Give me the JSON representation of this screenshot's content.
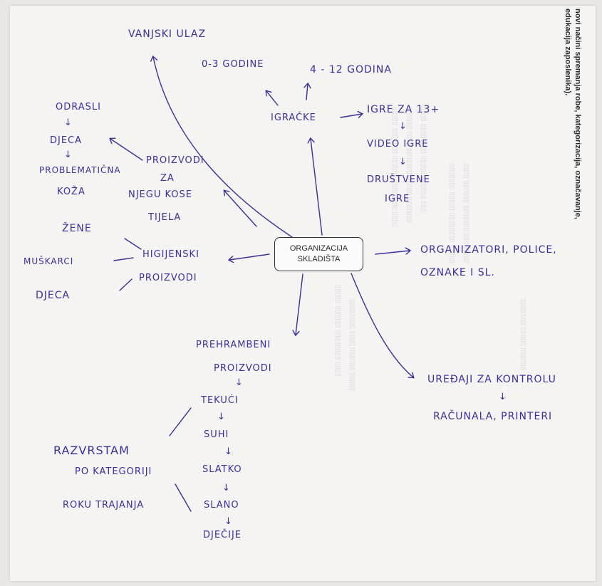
{
  "printed_side_text": {
    "line1": "novi načini spremanja robe, kategorizacija, označavanje,",
    "line2": "edukacija zaposlenika)."
  },
  "center_node": {
    "line1": "ORGANIZACIJA",
    "line2": "SKLADIŠTA"
  },
  "handwriting": {
    "vanjski_ulaz": "VANJSKI ULAZ",
    "igracke": "IGRAČKE",
    "age_0_3": "0-3 GODINE",
    "age_4_12": "4 - 12 GODINA",
    "igre_13": "IGRE ZA 13+",
    "video_igre": "VIDEO IGRE",
    "drustvene": "DRUŠTVENE",
    "igre": "IGRE",
    "odrasli": "ODRASLI",
    "djeca_top": "DJECA",
    "problematicna": "PROBLEMATIČNA",
    "koza": "KOŽA",
    "proizvodi_za": "PROIZVODI",
    "za": "ZA",
    "njegu_kose": "NJEGU KOSE",
    "tijela": "TIJELA",
    "zene": "ŽENE",
    "muskarci": "MUŠKARCI",
    "higijenski": "HIGIJENSKI",
    "proizvodi_h": "PROIZVODI",
    "djeca_bottom": "DJECA",
    "organizatori": "ORGANIZATORI, POLICE,",
    "oznake": "OZNAKE I SL.",
    "prehrambeni": "PREHRAMBENI",
    "proizvodi_p": "PROIZVODI",
    "tekuci": "TEKUĆI",
    "suhi": "SUHI",
    "slatko": "SLATKO",
    "slano": "SLANO",
    "djecije": "DJEČIJE",
    "razvrstam": "RAZVRSTAM",
    "po_kategoriji": "PO KATEGORIJI",
    "roku_trajanja": "ROKU TRAJANJA",
    "uredaji": "UREĐAJI ZA KONTROLU",
    "racunala": "RAČUNALA, PRINTERI",
    "arrow_down": "↓"
  },
  "ink_color": "#3b2f9c"
}
